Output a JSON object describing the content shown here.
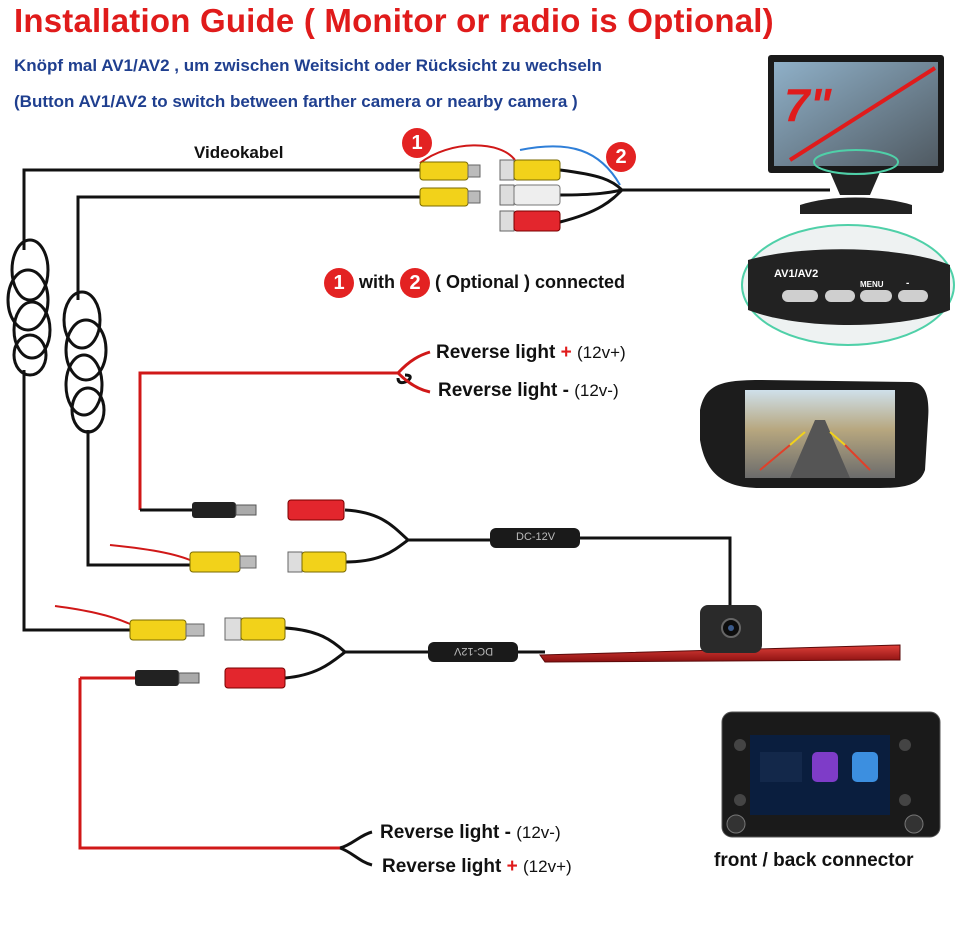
{
  "title": "Installation Guide ( Monitor or radio is Optional)",
  "subtitle_de": "Knöpf mal AV1/AV2 , um zwischen Weitsicht oder Rücksicht zu wechseln",
  "subtitle_en": "(Button AV1/AV2 to switch between farther camera or nearby camera )",
  "video_cable_label": "Videokabel",
  "badge_1": "1",
  "badge_2": "2",
  "connection_note": {
    "with": "with",
    "rest": "( Optional ) connected"
  },
  "monitor_size": "7\"",
  "monitor_buttons": {
    "av": "AV1/AV2",
    "menu": "MENU",
    "minus": "-"
  },
  "reverse_top": [
    {
      "label": "Reverse light",
      "sign": "+",
      "value": "(12v+)"
    },
    {
      "label": "Reverse light",
      "sign": "-",
      "value": "(12v-)"
    }
  ],
  "reverse_bottom": [
    {
      "label": "Reverse light",
      "sign": "-",
      "value": "(12v-)"
    },
    {
      "label": "Reverse light",
      "sign": "+",
      "value": "(12v+)"
    }
  ],
  "dc_label": "DC-12V",
  "radio_label": "front / back connector",
  "colors": {
    "title": "#e01b1b",
    "subtitle": "#1f3f8f",
    "wire": "#111111",
    "power_wire": "#d01818",
    "rca_yellow": "#f2d21a",
    "rca_red": "#e3262d",
    "rca_white": "#eeeeee",
    "brake_light": "#b51a1a"
  }
}
